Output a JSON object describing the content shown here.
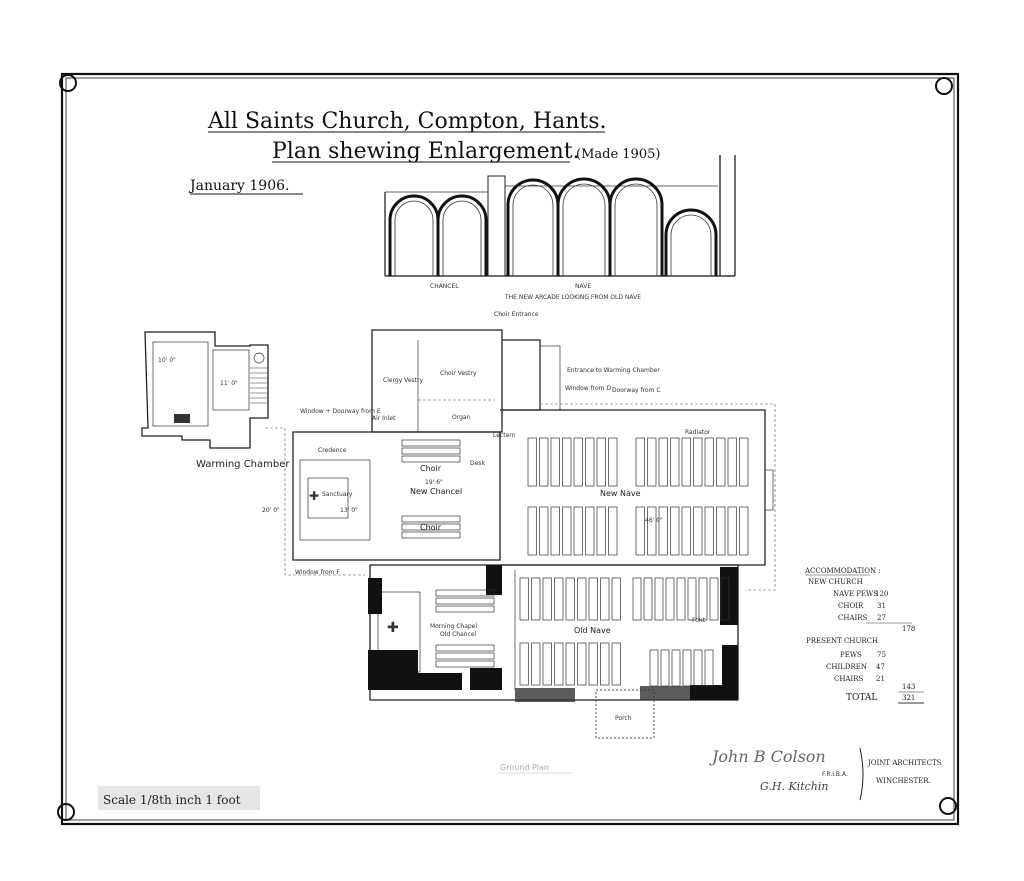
{
  "title": {
    "line1": "All Saints Church, Compton, Hants.",
    "line2": "Plan shewing Enlargement.",
    "made": "(Made 1905)",
    "date": "January 1906."
  },
  "elevation": {
    "caption": "THE NEW ARCADE LOOKING FROM OLD NAVE",
    "chancel": "CHANCEL",
    "nave": "NAVE"
  },
  "plan_labels": {
    "warming_chamber": "Warming Chamber",
    "choir_entrance": "Choir Entrance",
    "entrance_warming": "Entrance to Warming Chamber",
    "clergy_vestry": "Clergy Vestry",
    "choir_vestry": "Choir Vestry",
    "organ": "Organ",
    "window_doorway_e": "Window + Doorway from E",
    "window_from_d": "Window from D",
    "doorway_from_c": "Doorway from C",
    "credence": "Credence",
    "sanctuary": "Sanctuary",
    "choir_1": "Choir",
    "choir_2": "Choir",
    "new_chancel": "New Chancel",
    "new_nave": "New Nave",
    "lectern": "Lectern",
    "desk": "Desk",
    "morning_chapel": "Morning Chapel",
    "old_chancel": "Old Chancel",
    "old_nave": "Old Nave",
    "font": "Font",
    "porch": "Porch",
    "window_from_f": "Window from F",
    "radiator": "Radiator",
    "air_inlet": "Air Inlet",
    "dim_46": "46' 0\"",
    "dim_19": "19' 6\"",
    "dim_13": "13' 0\"",
    "dim_20": "20' 0\"",
    "dim_10": "10' 0\"",
    "dim_11": "11' 0\""
  },
  "accommodation": {
    "heading": "ACCOMMODATION :",
    "new_church": {
      "label": "NEW CHURCH",
      "rows": [
        {
          "label": "NAVE PEWS",
          "value": "120"
        },
        {
          "label": "CHOIR",
          "value": "31"
        },
        {
          "label": "CHAIRS",
          "value": "27"
        }
      ],
      "subtotal": "178"
    },
    "present_church": {
      "label": "PRESENT CHURCH",
      "rows": [
        {
          "label": "PEWS",
          "value": "75"
        },
        {
          "label": "CHILDREN",
          "value": "47"
        },
        {
          "label": "CHAIRS",
          "value": "21"
        }
      ],
      "subtotal": "143"
    },
    "total_label": "TOTAL",
    "total": "321"
  },
  "signatures": {
    "sig1": "John B Colson",
    "sig1_suffix": "F.R.I.B.A.",
    "sig2": "G.H. Kitchin",
    "firm_line1": "JOINT ARCHITECTS",
    "firm_line2": "WINCHESTER."
  },
  "footer": {
    "scale": "Scale 1/8th inch 1 foot",
    "ground_plan": "Ground Plan"
  }
}
